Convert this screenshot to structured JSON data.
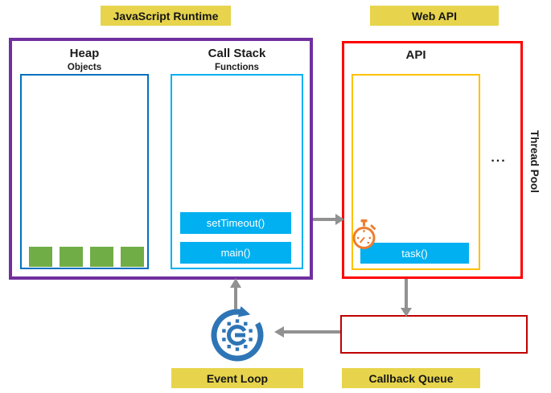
{
  "labels": {
    "js_runtime": "JavaScript Runtime",
    "web_api": "Web API",
    "event_loop": "Event Loop",
    "callback_queue": "Callback Queue"
  },
  "runtime": {
    "heap": {
      "title": "Heap",
      "subtitle": "Objects",
      "object_count": 4
    },
    "call_stack": {
      "title": "Call Stack",
      "subtitle": "Functions",
      "frames": [
        "setTimeout()",
        "main()"
      ]
    }
  },
  "web_api": {
    "title": "API",
    "task_label": "task()",
    "ellipsis": "...",
    "thread_pool_label": "Thread Pool"
  },
  "icons": {
    "event_loop": "circular-arrow-loop-icon",
    "timer": "stopwatch-icon"
  },
  "colors": {
    "label_bg": "#E7D44C",
    "runtime_border": "#7030A0",
    "web_api_border": "#FF0000",
    "heap_border": "#0070C0",
    "call_stack_border": "#00B0F0",
    "inner_api_border": "#FFC000",
    "bar_fill": "#00B0F0",
    "heap_object_fill": "#70AD47",
    "callback_queue_border": "#C00000",
    "arrow_gray": "#919191",
    "event_loop_icon_blue": "#2E75B6",
    "timer_icon_orange": "#ED7D31"
  }
}
